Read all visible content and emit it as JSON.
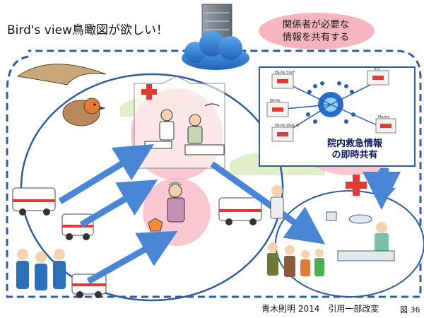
{
  "title": "Bird's view鳥瞰図が欲しい！",
  "shared_info_label": {
    "line1": "関係者が必要な",
    "line2": "情報を共有する"
  },
  "realtime_label": {
    "line1": "院内救急情報",
    "line2": "の即時共有"
  },
  "credit": "青木則明 2014　引用一部改変",
  "figure_number": "図 36",
  "inset_labels": {
    "staff": "ER-Ns\nStaff",
    "icu": "ICU",
    "er_ns": "ER-Ns",
    "walk_in": "ER-Ns\nWalk in",
    "master": "Master"
  },
  "colors": {
    "pink": "#f6b4bf",
    "arrow_blue": "#4a86d6",
    "dash_border": "#2f5d9c",
    "cross_red": "#e53935",
    "cloud_blue": "#2f7fd6"
  }
}
